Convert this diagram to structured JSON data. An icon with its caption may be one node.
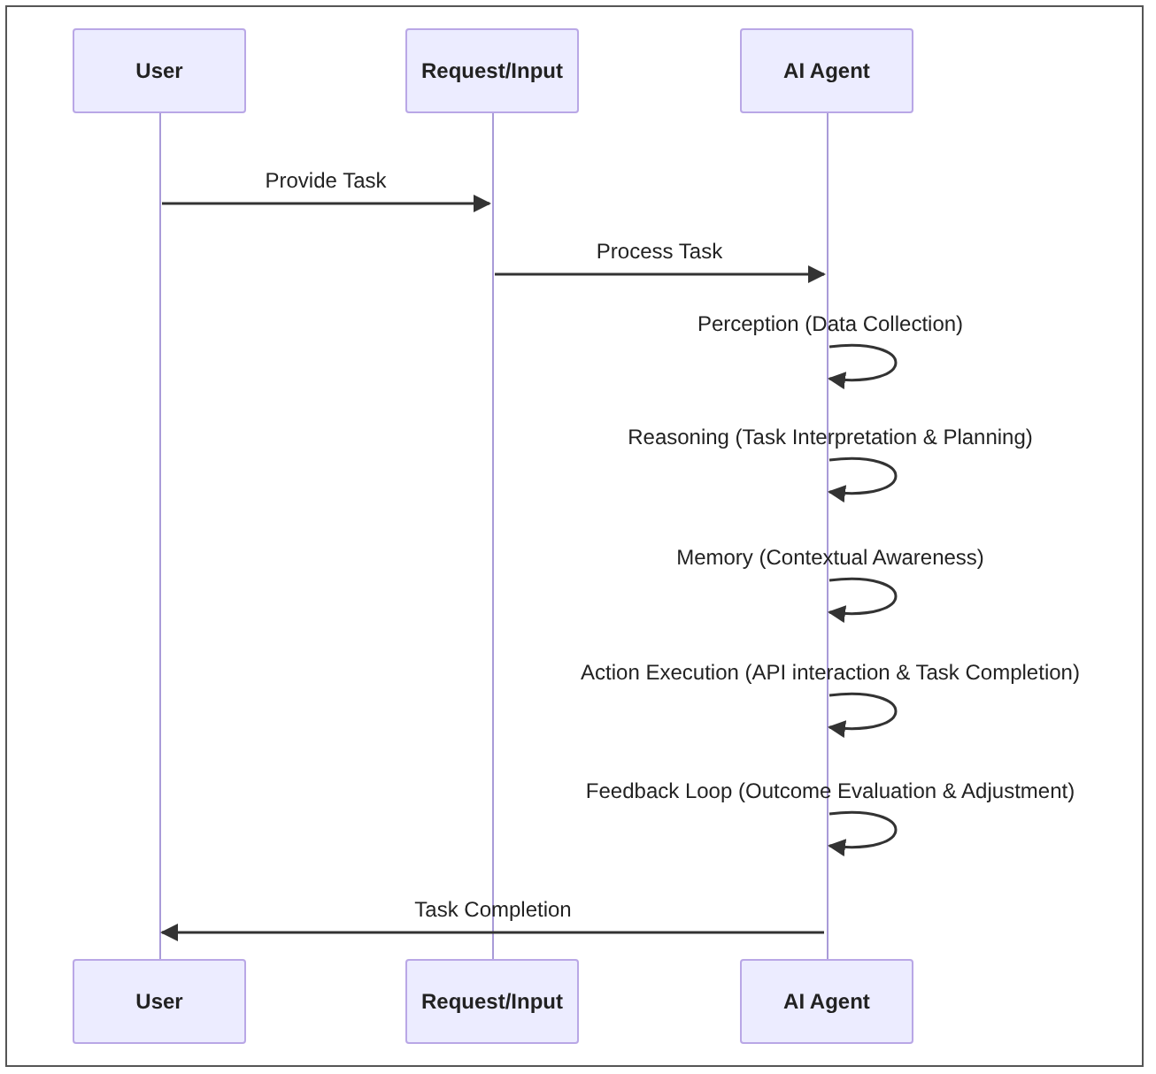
{
  "diagram": {
    "nodes": [
      {
        "text": [
          "User"
        ]
      },
      {
        "text": [
          "Request/Input"
        ]
      },
      {
        "text": [
          "AI Agent"
        ]
      },
      {
        "text": [],
        "shape": "line"
      },
      {
        "text": [],
        "shape": "line"
      },
      {
        "text": [],
        "shape": "line"
      },
      {
        "text": [
          "User"
        ]
      },
      {
        "text": [
          "Request/Input"
        ]
      },
      {
        "text": [
          "AI Agent"
        ]
      }
    ],
    "edges": [
      {
        "from": 3,
        "to": 4,
        "arrow": "to",
        "label": "Provide Task"
      },
      {
        "from": 4,
        "to": 5,
        "arrow": "to",
        "label": "Process Task"
      },
      {
        "from": 5,
        "to": 5,
        "arrow": "to",
        "label": "Perception (Data Collection)"
      },
      {
        "from": 5,
        "to": 5,
        "arrow": "to",
        "label": "Reasoning (Task Interpretation & Planning)"
      },
      {
        "from": 5,
        "to": 5,
        "arrow": "to",
        "label": "Memory (Contextual Awareness)"
      },
      {
        "from": 5,
        "to": 5,
        "arrow": "to",
        "label": "Action Execution (API interaction & Task Completion)"
      },
      {
        "from": 5,
        "to": 5,
        "arrow": "to",
        "label": "Feedback Loop (Outcome Evaluation & Adjustment)"
      },
      {
        "from": 5,
        "to": 3,
        "arrow": "to",
        "label": "Task Completion"
      }
    ]
  }
}
